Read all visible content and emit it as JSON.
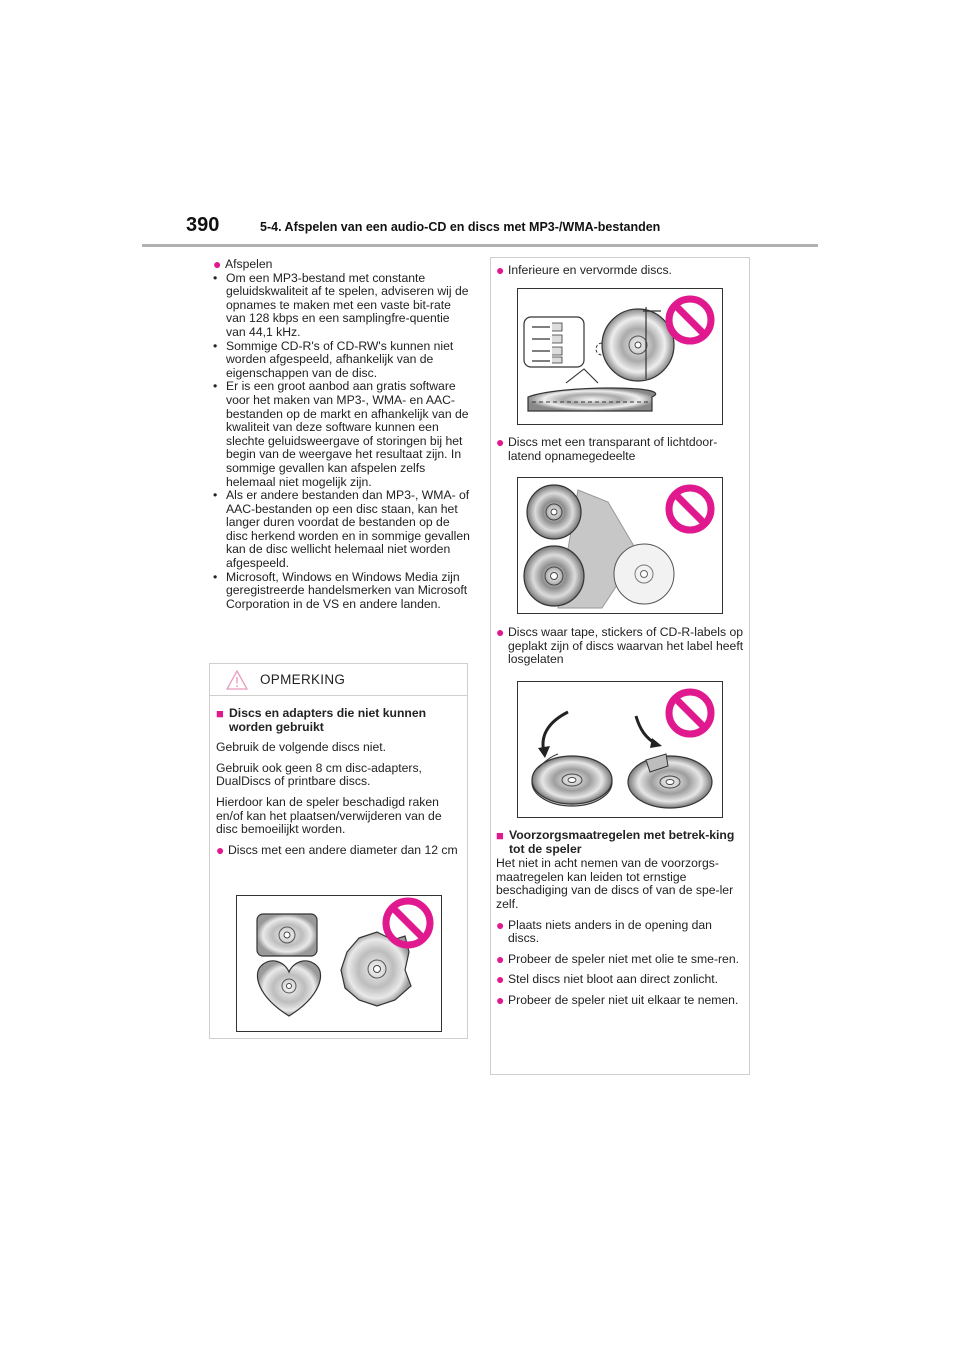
{
  "header": {
    "page_number": "390",
    "section_title": "5-4. Afspelen van een audio-CD en discs met MP3-/WMA-bestanden"
  },
  "left_column": {
    "playback_heading": "Afspelen",
    "bullets": [
      "Om een MP3-bestand met constante geluidskwaliteit af te spelen, adviseren wij de opnames te maken met een vaste bit-rate van 128 kbps en een samplingfre-quentie van 44,1 kHz.",
      "Sommige CD-R's of CD-RW's kunnen niet worden afgespeeld, afhankelijk van de eigenschappen van de disc.",
      "Er is een groot aanbod aan gratis software voor het maken van MP3-, WMA- en AAC-bestanden op de markt en afhankelijk van de kwaliteit van deze software kunnen een slechte geluidsweergave of storingen bij het begin van de weergave het resultaat zijn. In sommige gevallen kan afspelen zelfs helemaal niet mogelijk zijn.",
      "Als er andere bestanden dan MP3-, WMA- of AAC-bestanden op een disc staan, kan het langer duren voordat de bestanden op de disc herkend worden en in sommige gevallen kan de disc wellicht helemaal niet worden afgespeeld.",
      "Microsoft, Windows en Windows Media zijn geregistreerde handelsmerken van Microsoft Corporation in de VS en andere landen."
    ]
  },
  "note": {
    "title": "OPMERKING",
    "section_heading": "Discs en adapters die niet kunnen worden gebruikt",
    "p1": "Gebruik de volgende discs niet.",
    "p2": "Gebruik ook geen 8 cm disc-adapters, DualDiscs of printbare discs.",
    "p3": "Hierdoor kan de speler beschadigd raken en/of kan het plaatsen/verwijderen van de disc bemoeilijkt worden.",
    "item_diameter": "Discs met een andere diameter dan 12 cm"
  },
  "right_column": {
    "item_inferior": "Inferieure en vervormde discs.",
    "item_transparent": "Discs met een transparant of lichtdoor-latend opnamegedeelte",
    "item_tape": "Discs waar tape, stickers of CD-R-labels op geplakt zijn of discs waarvan het label heeft losgelaten",
    "precautions_heading": "Voorzorgsmaatregelen met betrek-king tot de speler",
    "precautions_text": "Het niet in acht nemen van de voorzorgs-maatregelen kan leiden tot ernstige beschadiging van de discs of van de spe-ler zelf.",
    "tips": [
      "Plaats niets anders in de opening dan discs.",
      "Probeer de speler niet met olie te sme-ren.",
      "Stel discs niet bloot aan direct zonlicht.",
      "Probeer de speler niet uit elkaar te nemen."
    ]
  },
  "colors": {
    "accent": "#e0198f",
    "rule": "#b0b0b0",
    "box_border": "#cfcfcf"
  },
  "icons": [
    "warning-triangle-icon",
    "prohibited-icon",
    "bullet-circle-icon",
    "bullet-square-icon"
  ]
}
